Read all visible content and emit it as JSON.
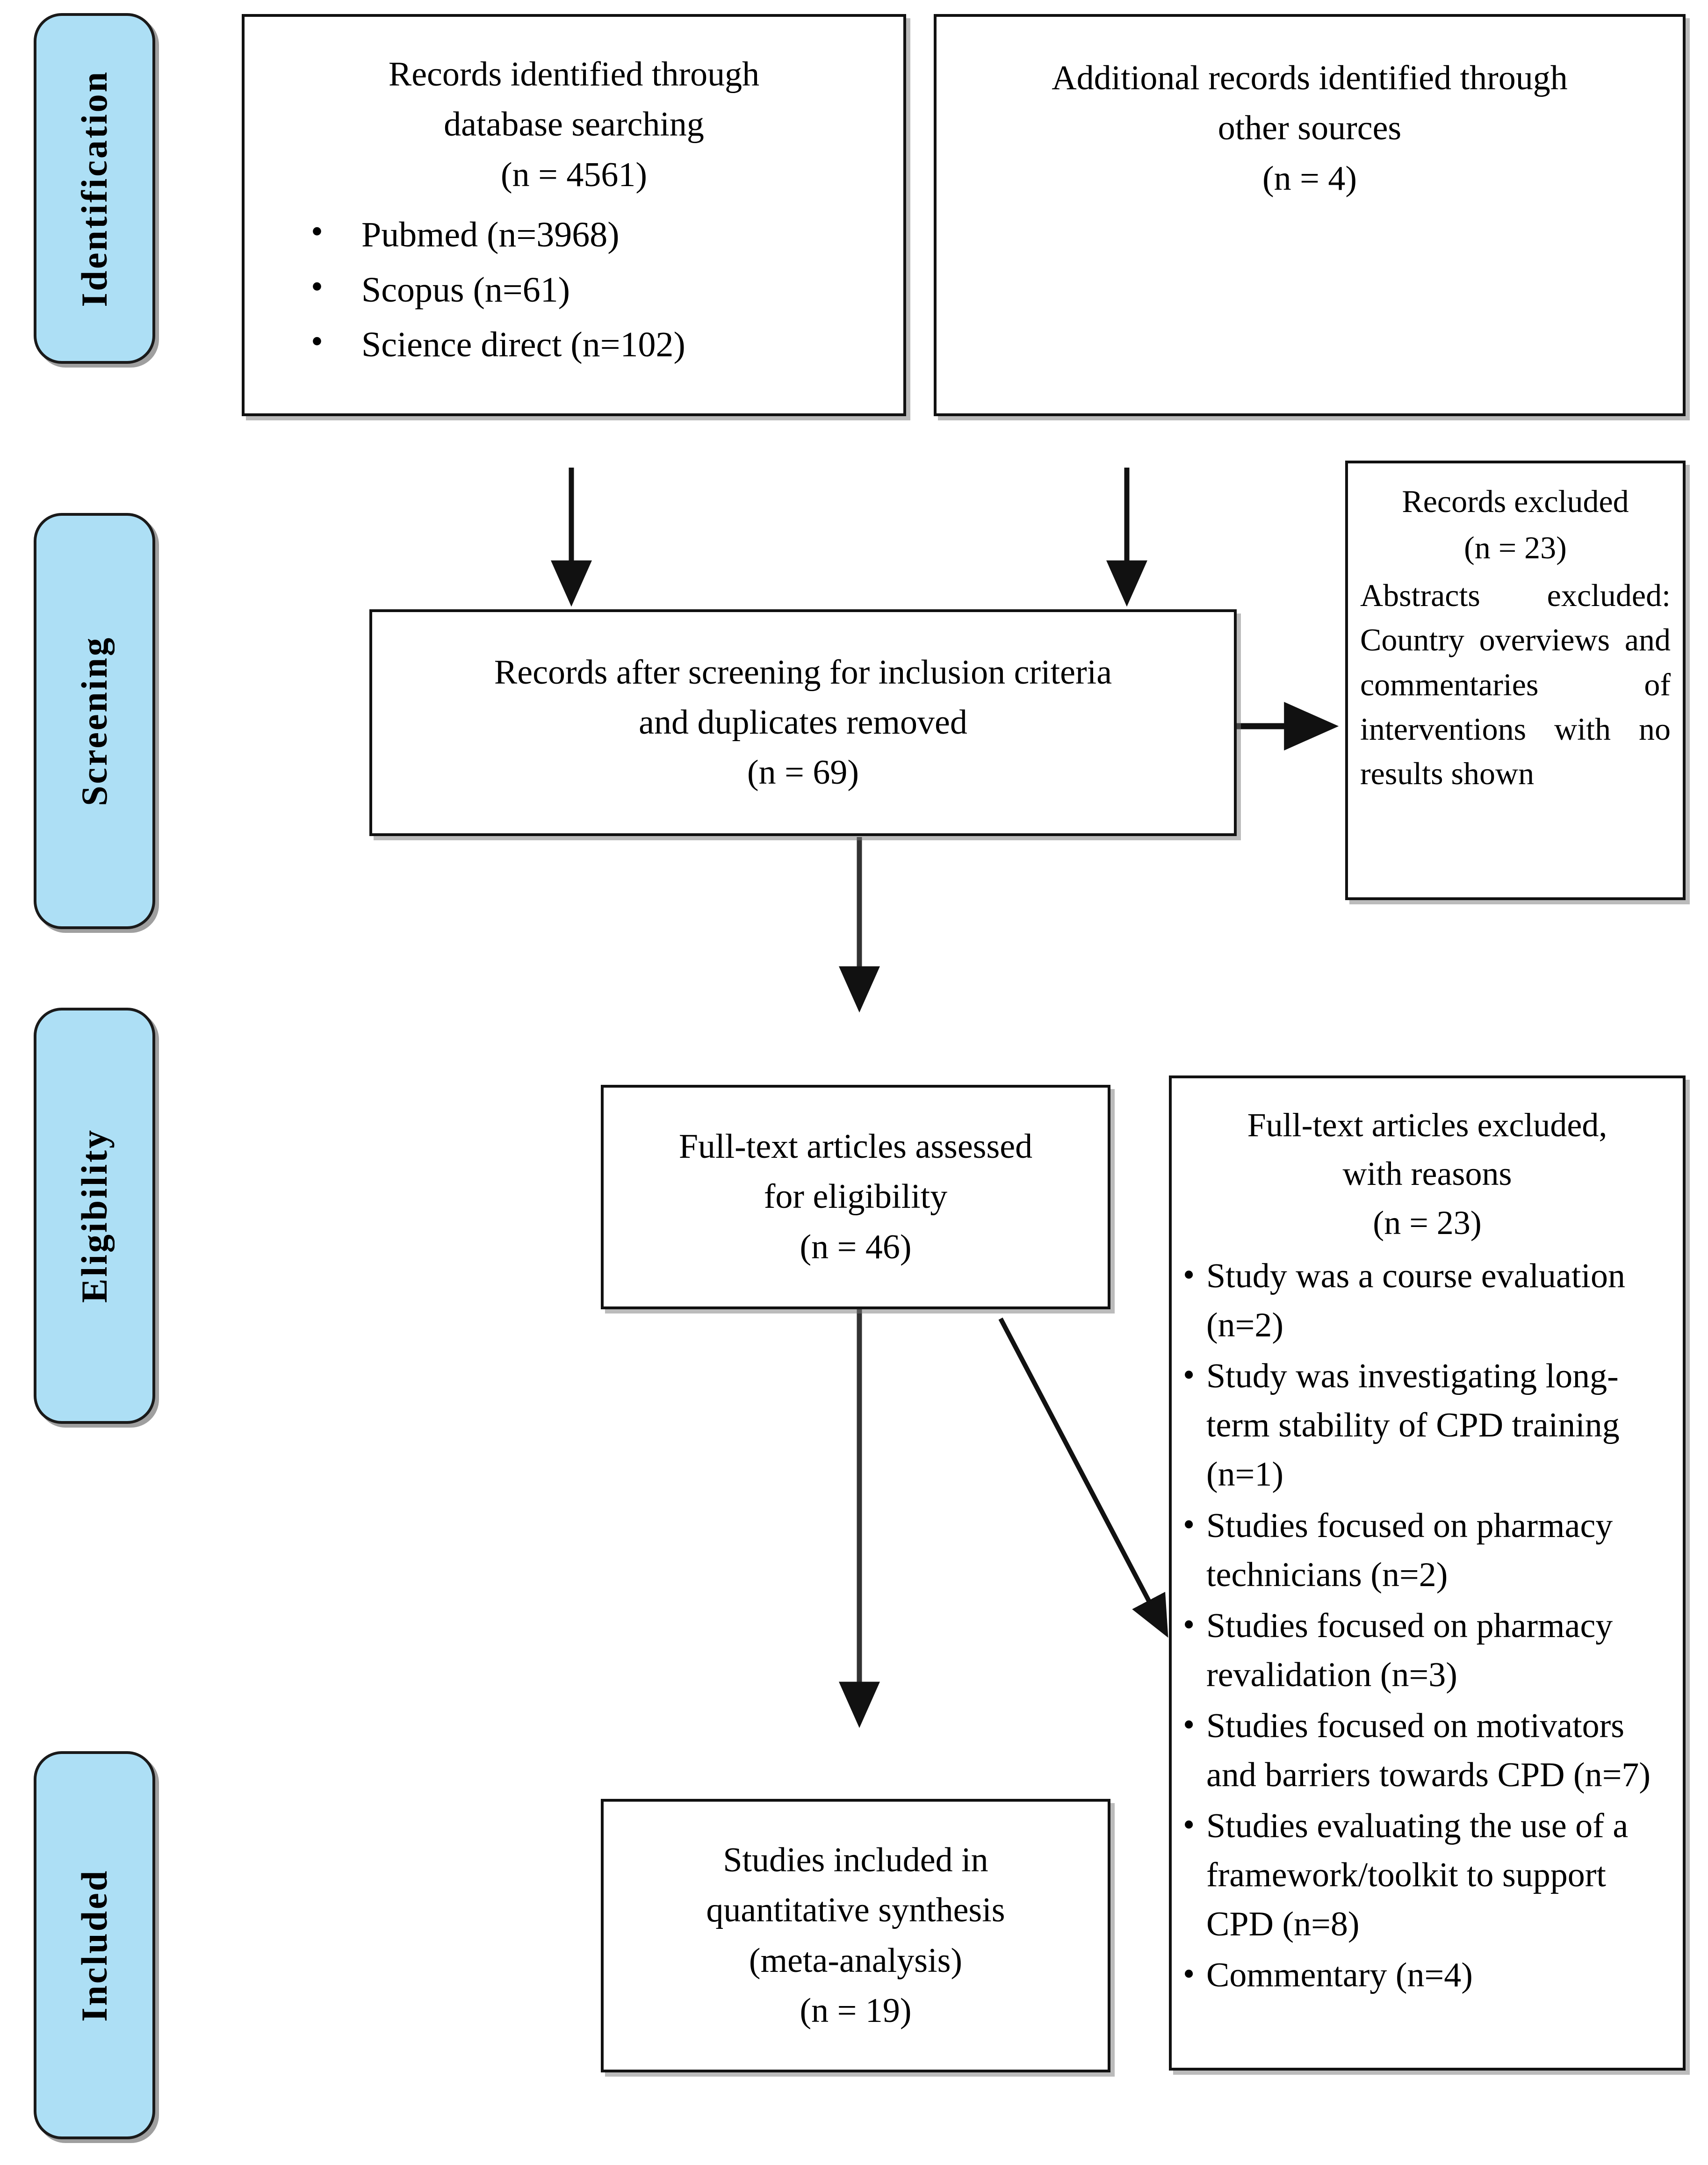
{
  "diagram": {
    "type": "prisma-flow-diagram",
    "stages": [
      {
        "id": "identification",
        "label": "Identification"
      },
      {
        "id": "screening",
        "label": "Screening"
      },
      {
        "id": "eligibility",
        "label": "Eligibility"
      },
      {
        "id": "included",
        "label": "Included"
      }
    ],
    "colors": {
      "stage_fill": "#ADDFF5",
      "stage_border": "#1a1a1a",
      "box_border": "#111111",
      "box_fill": "#ffffff",
      "text": "#000000"
    },
    "boxes": {
      "records_identified": {
        "line1": "Records identified through",
        "line2": "database searching",
        "line3": "(n = 4561)",
        "sources": [
          "Pubmed (n=3968)",
          "Scopus (n=61)",
          "Science direct (n=102)"
        ]
      },
      "additional_records": {
        "line1": "Additional records identified through",
        "line2": "other sources",
        "line3": "(n = 4)"
      },
      "records_after_screening": {
        "line1": "Records after screening for inclusion criteria",
        "line2": "and duplicates removed",
        "line3": "(n = 69)"
      },
      "records_excluded": {
        "line1": "Records excluded",
        "line2": "(n = 23)",
        "paragraph": "Abstracts excluded: Country overviews and commentaries of interventions with no results shown"
      },
      "full_text_assessed": {
        "line1": "Full-text articles assessed",
        "line2": "for eligibility",
        "line3": "(n = 46)"
      },
      "full_text_excluded": {
        "line1": "Full-text articles excluded,",
        "line2": "with reasons",
        "line3": "(n = 23)",
        "reasons": [
          "Study was a course evaluation (n=2)",
          "Study was investigating long-term stability of CPD training (n=1)",
          "Studies focused on pharmacy technicians (n=2)",
          "Studies focused on pharmacy revalidation (n=3)",
          "Studies focused on motivators and barriers towards CPD (n=7)",
          "Studies evaluating the use of a framework/toolkit to support CPD (n=8)",
          "Commentary (n=4)"
        ]
      },
      "studies_included": {
        "line1": "Studies included in",
        "line2": "quantitative synthesis",
        "line3": "(meta-analysis)",
        "line4": "(n = 19)"
      }
    },
    "connectors": [
      {
        "id": "db-to-screening",
        "kind": "arrow-down"
      },
      {
        "id": "other-to-screening",
        "kind": "arrow-down"
      },
      {
        "id": "screening-to-excluded",
        "kind": "arrow-right"
      },
      {
        "id": "screening-to-fulltext",
        "kind": "arrow-down"
      },
      {
        "id": "fulltext-to-included",
        "kind": "arrow-down"
      },
      {
        "id": "fulltext-to-excluded",
        "kind": "arrow-diagonal"
      }
    ]
  }
}
